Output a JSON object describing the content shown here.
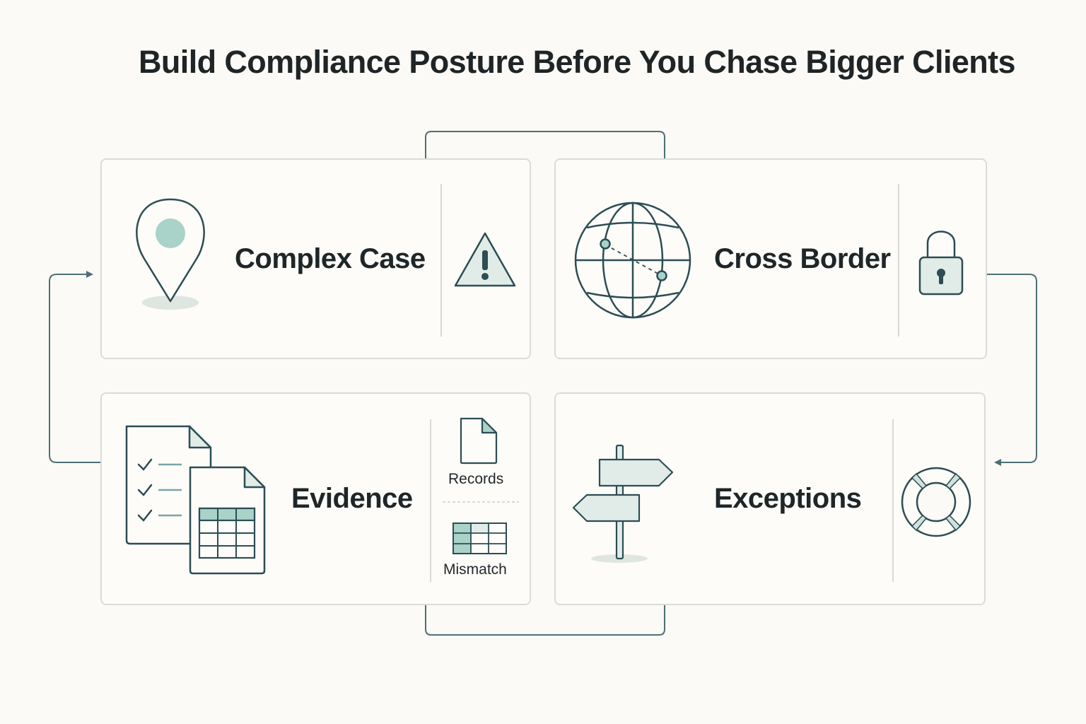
{
  "title": "Build Compliance Posture Before You Chase Bigger Clients",
  "colors": {
    "stroke": "#2c4d54",
    "accent_fill": "#a9d2c8",
    "soft_fill": "#e1ece8",
    "connector": "#4d7076",
    "card_border": "#d9dcd8",
    "background": "#fcfaf6"
  },
  "cards": [
    {
      "label": "Complex Case",
      "icon": "location-pin-icon",
      "side_icon": "warning-triangle-icon"
    },
    {
      "label": "Cross Border",
      "icon": "globe-icon",
      "side_icon": "padlock-icon"
    },
    {
      "label": "Evidence",
      "icon": "documents-checklist-spreadsheet-icon",
      "side_items": [
        {
          "label": "Records",
          "icon": "document-icon"
        },
        {
          "label": "Mismatch",
          "icon": "table-grid-icon"
        }
      ]
    },
    {
      "label": "Exceptions",
      "icon": "signpost-icon",
      "side_icon": "lifebuoy-icon"
    }
  ]
}
